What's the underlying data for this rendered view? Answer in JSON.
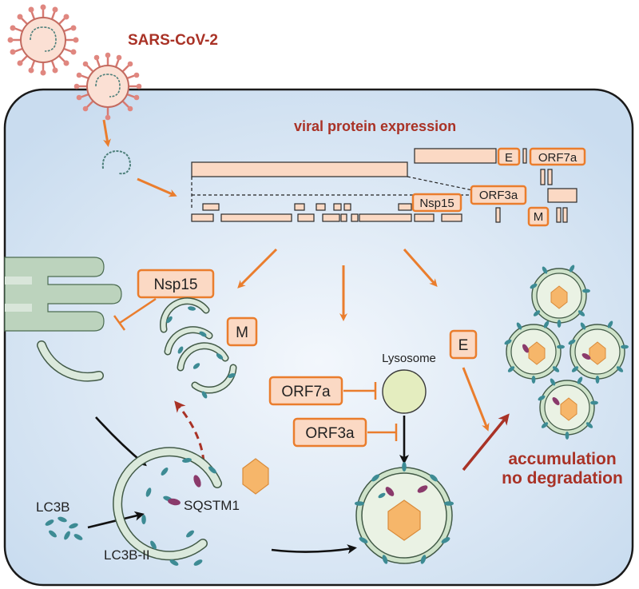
{
  "virus_label": "SARS-CoV-2",
  "expression_title": "viral protein expression",
  "genome_labels": {
    "e": "E",
    "orf7a": "ORF7a",
    "nsp15": "Nsp15",
    "orf3a": "ORF3a",
    "m": "M"
  },
  "protein_boxes": {
    "nsp15": "Nsp15",
    "m": "M",
    "orf7a": "ORF7a",
    "orf3a": "ORF3a",
    "e": "E"
  },
  "labels": {
    "lysosome": "Lysosome",
    "sqstm1": "SQSTM1",
    "lc3b": "LC3B",
    "lc3b_ii": "LC3B-II",
    "accumulation_line1": "accumulation",
    "accumulation_line2": "no degradation"
  },
  "colors": {
    "cell_fill": "#dfeaf6",
    "accent_orange": "#ea7d2d",
    "box_fill": "#fbd9c4",
    "title_red": "#a93226",
    "membrane_green": "#dbe9dc",
    "lc3_teal": "#3d8b94",
    "sqstm1_purple": "#8a3a6b",
    "cargo_orange": "#f6b66a"
  }
}
